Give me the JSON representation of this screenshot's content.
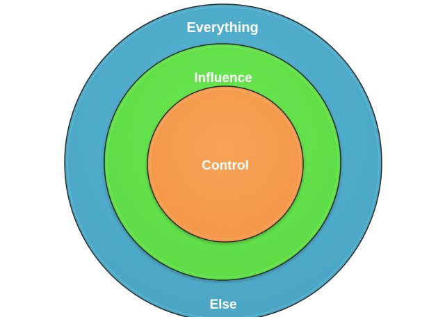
{
  "diagram": {
    "outer_label_top": "Everything",
    "outer_label_bottom": "Else",
    "middle_label": "Influence",
    "inner_label": "Control"
  },
  "colors": {
    "outer_ring": "#4BA8C6",
    "middle_ring": "#62DE48",
    "inner_circle": "#F59A4B",
    "stroke": "#2b2b2b",
    "label": "#FFFFFF"
  }
}
